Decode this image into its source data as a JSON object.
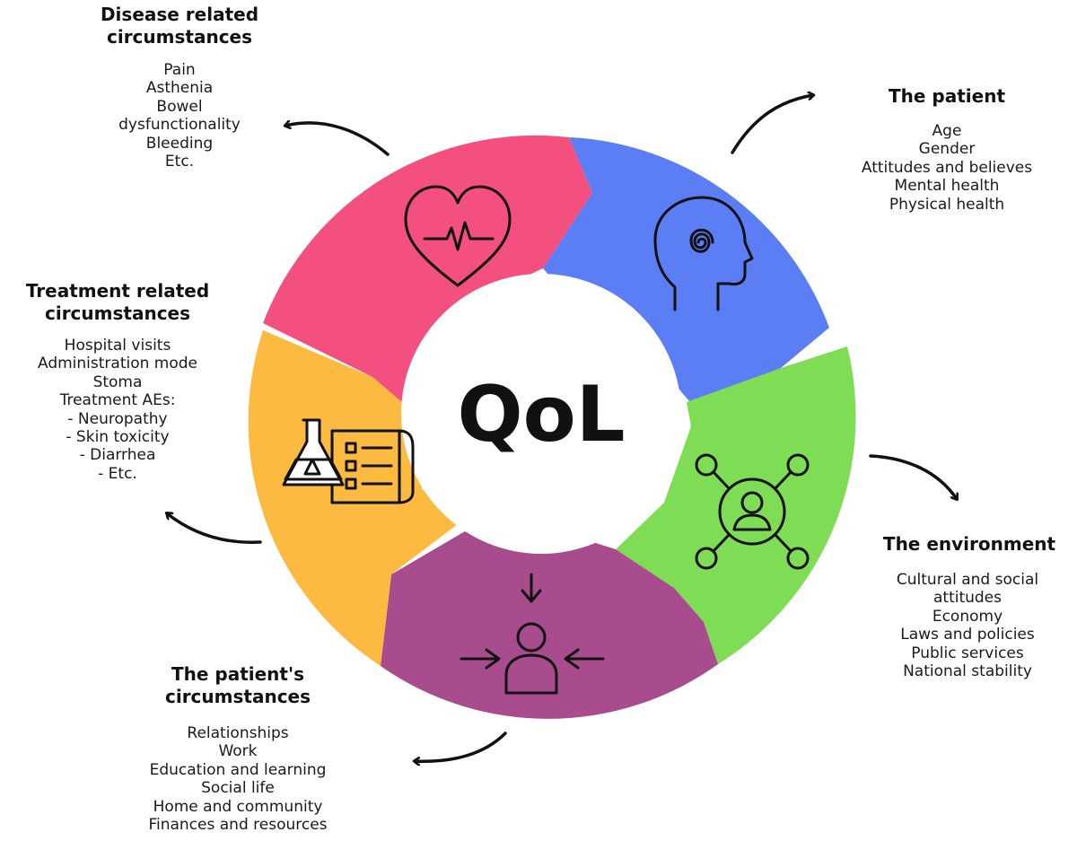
{
  "center": {
    "label": "QoL"
  },
  "colors": {
    "disease": "#f3507f",
    "patient": "#5b7ef5",
    "environment": "#7fdc55",
    "circumstances": "#a84c8d",
    "treatment": "#fcbb40",
    "text": "#111111"
  },
  "sections": {
    "disease": {
      "title_lines": [
        "Disease related",
        "circumstances"
      ],
      "items": [
        "Pain",
        "Asthenia",
        "Bowel",
        "dysfunctionality",
        "Bleeding",
        "Etc."
      ],
      "icon": "heart-pulse-icon"
    },
    "patient": {
      "title_lines": [
        "The patient"
      ],
      "items": [
        "Age",
        "Gender",
        "Attitudes and believes",
        "Mental health",
        "Physical health"
      ],
      "icon": "head-spiral-icon"
    },
    "environment": {
      "title_lines": [
        "The environment"
      ],
      "items": [
        "Cultural and social",
        "attitudes",
        "Economy",
        "Laws and policies",
        "Public services",
        "National stability"
      ],
      "icon": "network-person-icon"
    },
    "circumstances": {
      "title_lines": [
        "The patient's",
        "circumstances"
      ],
      "items": [
        "Relationships",
        "Work",
        "Education and learning",
        "Social life",
        "Home and community",
        "Finances and resources"
      ],
      "icon": "person-arrows-icon"
    },
    "treatment": {
      "title_lines": [
        "Treatment related",
        "circumstances"
      ],
      "items": [
        "Hospital visits",
        "Administration mode",
        "Stoma",
        "Treatment AEs:"
      ],
      "subitems": [
        "- Neuropathy",
        "- Skin toxicity",
        "- Diarrhea",
        "- Etc."
      ],
      "icon": "flask-checklist-icon"
    }
  }
}
